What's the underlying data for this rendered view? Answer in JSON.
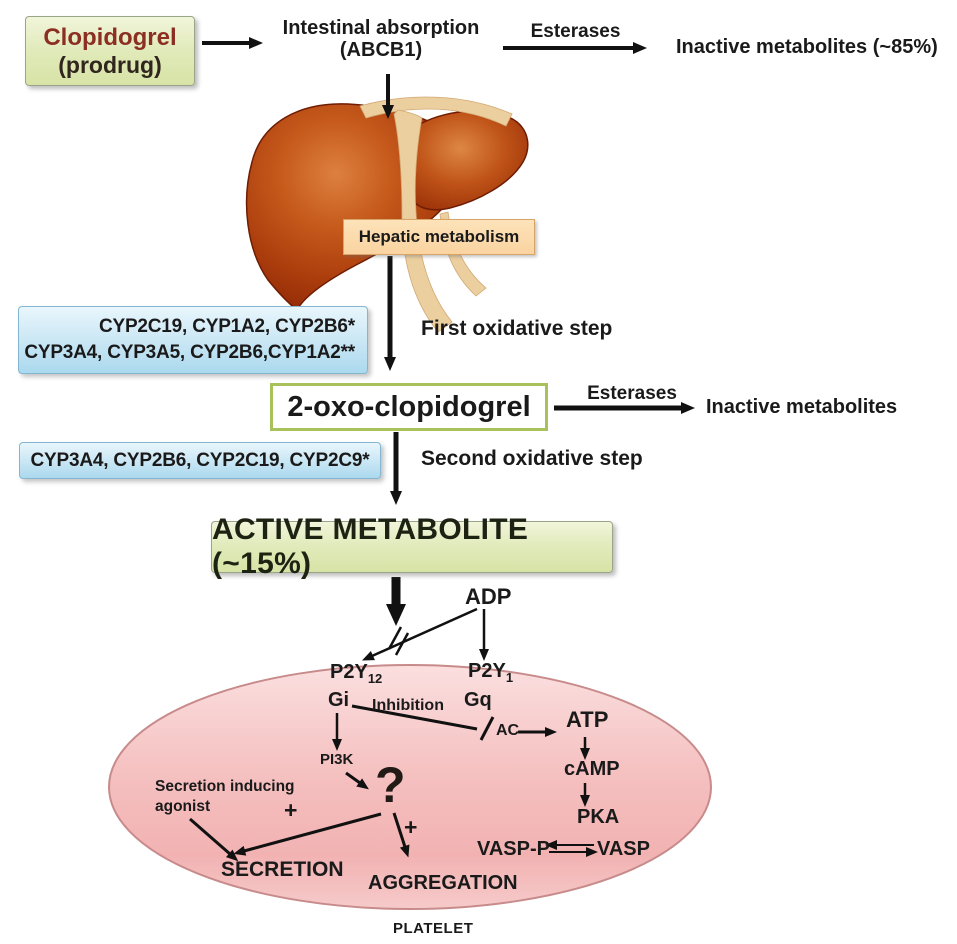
{
  "top": {
    "clopidogrel_box": {
      "line1": "Clopidogrel",
      "line2": "(prodrug)"
    },
    "intestinal": {
      "line1": "Intestinal absorption",
      "line2": "(ABCB1)"
    },
    "esterases_label": "Esterases",
    "inactive_metabolites": "Inactive metabolites (~85%)"
  },
  "hepatic": {
    "box_label": "Hepatic metabolism",
    "cyp_first": {
      "line1": "CYP2C19, CYP1A2, CYP2B6*",
      "line2": "CYP3A4, CYP3A5, CYP2B6,CYP1A2**"
    },
    "first_step_label": "First oxidative step"
  },
  "intermediate": {
    "oxo_box": "2-oxo-clopidogrel",
    "esterases_label": "Esterases",
    "inactive_metabolites": "Inactive metabolites",
    "cyp_second": "CYP3A4, CYP2B6, CYP2C19, CYP2C9*",
    "second_step_label": "Second oxidative step"
  },
  "active": {
    "box_label": "ACTIVE METABOLITE (~15%)"
  },
  "platelet": {
    "adp": "ADP",
    "p2y12": {
      "base": "P2Y",
      "sub": "12"
    },
    "p2y1": {
      "base": "P2Y",
      "sub": "1"
    },
    "gi": "Gi",
    "gq": "Gq",
    "inhibition": "Inhibition",
    "ac": "AC",
    "atp": "ATP",
    "camp": "cAMP",
    "pka": "PKA",
    "vasp_p": "VASP-P",
    "vasp": "VASP",
    "pi3k": "PI3K",
    "question_mark": "?",
    "secretion_agonist": {
      "line1": "Secretion inducing",
      "line2": "agonist"
    },
    "plus_secretion": "+",
    "plus_aggregation": "+",
    "secretion": "SECRETION",
    "aggregation": "AGGREGATION",
    "platelet_label": "PLATELET"
  },
  "colors": {
    "green_box_bg": "#dfe9b8",
    "clopidogrel_text": "#8c2f23",
    "blue_box_bg": "#c8e6f4",
    "orange_box_bg": "#fad3a0",
    "oxo_border": "#a9c15b",
    "ellipse_fill": "#f4bcbc",
    "ellipse_border": "#c88b8b",
    "liver_main": "#a63c10",
    "ligament": "#ebcf9f",
    "arrow": "#111111"
  }
}
